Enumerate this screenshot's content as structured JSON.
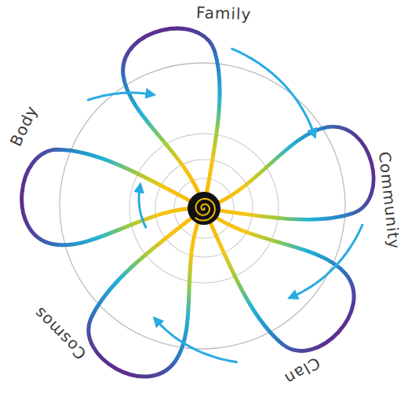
{
  "diagram": {
    "labels": [
      "Family",
      "Community",
      "Clan",
      "Cosmos",
      "Body"
    ]
  }
}
